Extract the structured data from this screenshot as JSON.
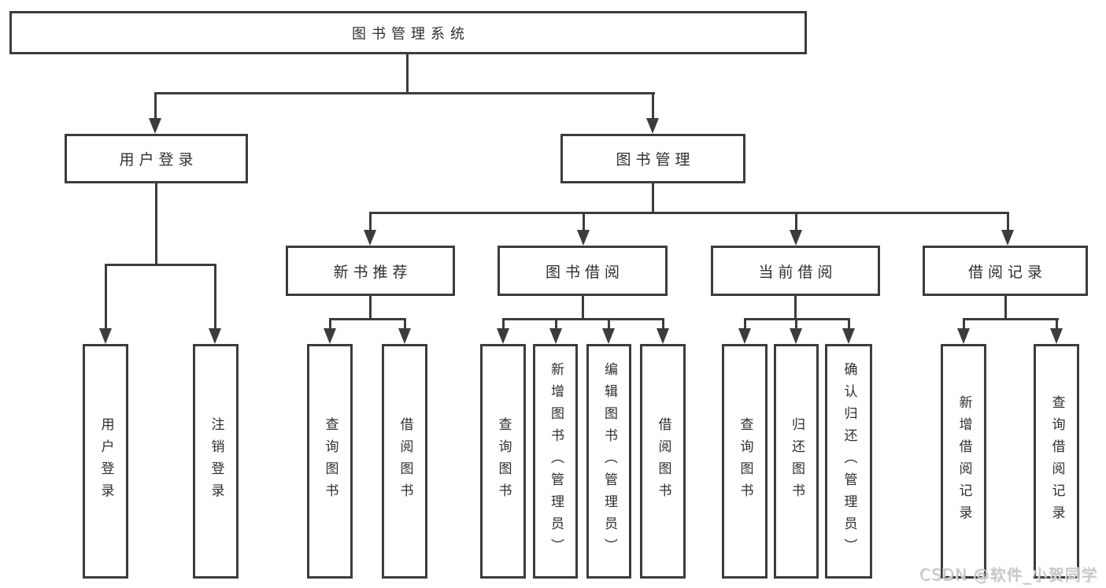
{
  "nodes": {
    "root": {
      "label": "图书管理系统"
    },
    "level2": [
      {
        "label": "用户登录"
      },
      {
        "label": "图书管理"
      }
    ],
    "level3": [
      {
        "label": "新书推荐"
      },
      {
        "label": "图书借阅"
      },
      {
        "label": "当前借阅"
      },
      {
        "label": "借阅记录"
      }
    ],
    "leaves": [
      {
        "label": "用户登录"
      },
      {
        "label": "注销登录"
      },
      {
        "label": "查询图书"
      },
      {
        "label": "借阅图书"
      },
      {
        "label": "查询图书"
      },
      {
        "label": "新增图书（管理员）"
      },
      {
        "label": "编辑图书（管理员）"
      },
      {
        "label": "借阅图书"
      },
      {
        "label": "查询图书"
      },
      {
        "label": "归还图书"
      },
      {
        "label": "确认归还（管理员）"
      },
      {
        "label": "新增借阅记录"
      },
      {
        "label": "查询借阅记录"
      }
    ]
  },
  "watermark": "CSDN @软件_小贺同学",
  "colors": {
    "line": "#3c3c3c",
    "text": "#2f2f2f",
    "watermark": "#c9c9c9",
    "background": "#ffffff"
  }
}
